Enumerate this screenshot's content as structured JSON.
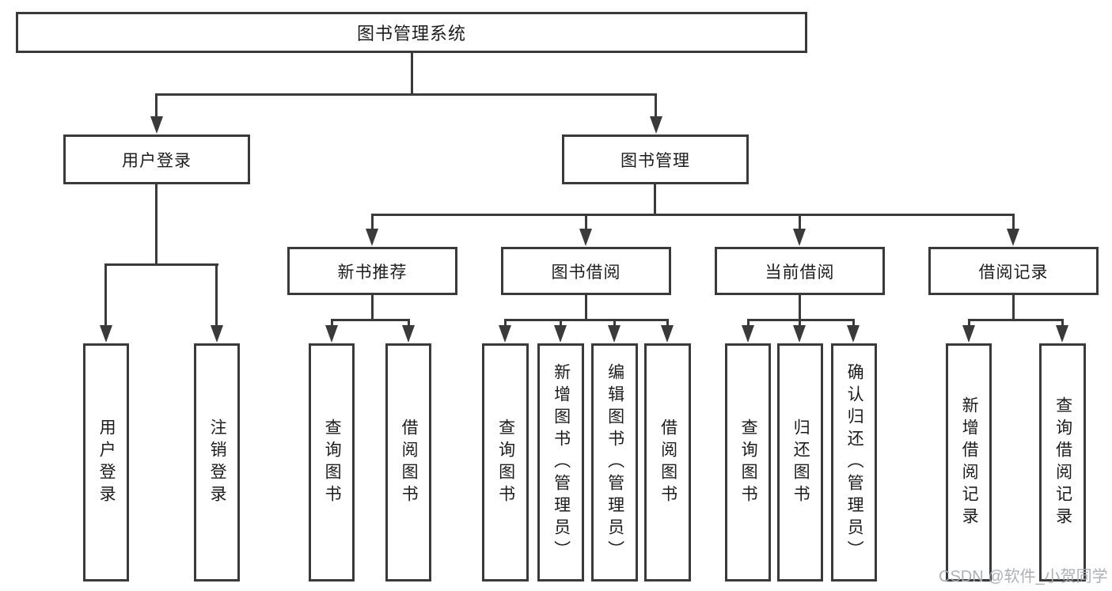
{
  "diagram": {
    "root": {
      "label": "图书管理系统"
    },
    "level2": [
      {
        "label": "用户登录"
      },
      {
        "label": "图书管理"
      }
    ],
    "level3": [
      {
        "label": "新书推荐",
        "parent": "图书管理"
      },
      {
        "label": "图书借阅",
        "parent": "图书管理"
      },
      {
        "label": "当前借阅",
        "parent": "图书管理"
      },
      {
        "label": "借阅记录",
        "parent": "图书管理"
      }
    ],
    "leaves": [
      {
        "label": "用户登录",
        "parent": "用户登录"
      },
      {
        "label": "注销登录",
        "parent": "用户登录"
      },
      {
        "label": "查询图书",
        "parent": "新书推荐"
      },
      {
        "label": "借阅图书",
        "parent": "新书推荐"
      },
      {
        "label": "查询图书",
        "parent": "图书借阅"
      },
      {
        "label": "新增图书（管理员）",
        "parent": "图书借阅"
      },
      {
        "label": "编辑图书（管理员）",
        "parent": "图书借阅"
      },
      {
        "label": "借阅图书",
        "parent": "图书借阅"
      },
      {
        "label": "查询图书",
        "parent": "当前借阅"
      },
      {
        "label": "归还图书",
        "parent": "当前借阅"
      },
      {
        "label": "确认归还（管理员）",
        "parent": "当前借阅"
      },
      {
        "label": "新增借阅记录",
        "parent": "借阅记录"
      },
      {
        "label": "查询借阅记录",
        "parent": "借阅记录"
      }
    ]
  },
  "watermark": {
    "text": "CSDN @软件_小贺同学"
  },
  "colors": {
    "line": "#3a3a3a",
    "text": "#1c1c1c",
    "background": "#ffffff",
    "watermark": "#a9adb2"
  }
}
